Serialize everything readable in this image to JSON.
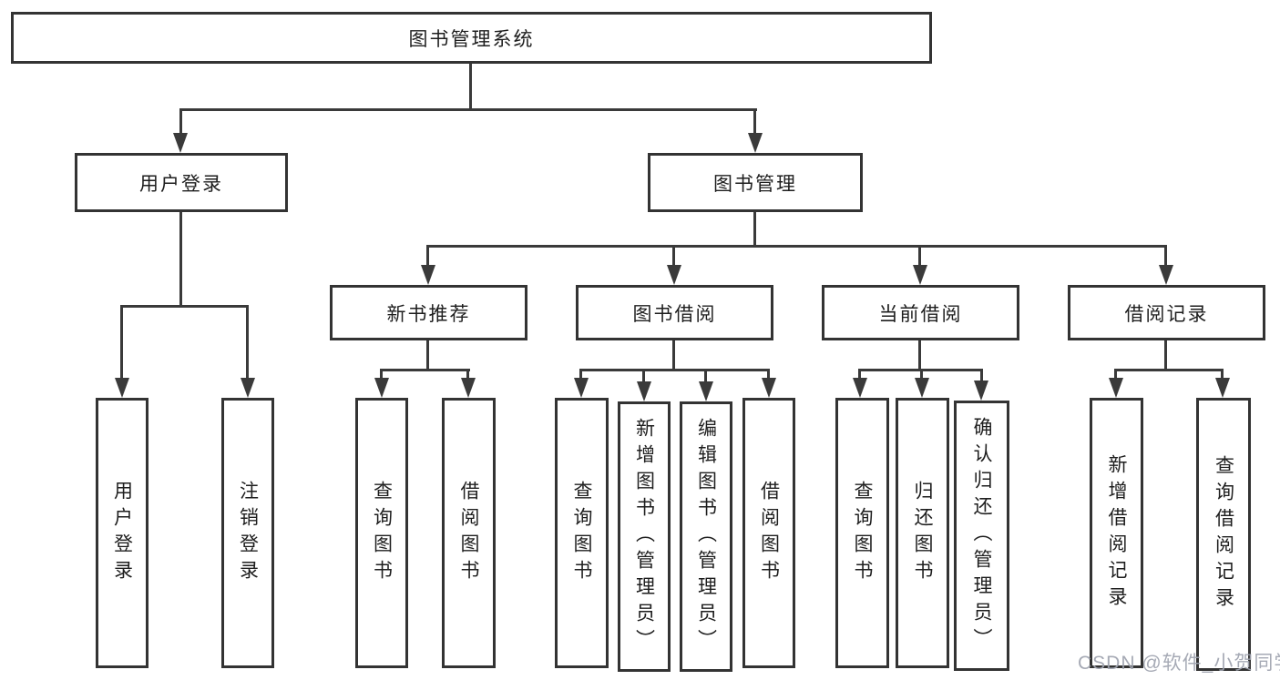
{
  "diagram": {
    "title": "图书管理系统",
    "colors": {
      "line": "#3a3a3a",
      "border": "#333333",
      "text": "#1e1e1e",
      "background": "#ffffff",
      "watermark": "#9ea3af"
    },
    "nodes": {
      "root": {
        "label": "图书管理系统"
      },
      "user_login": {
        "label": "用户登录"
      },
      "book_mgmt": {
        "label": "图书管理"
      },
      "new_book_rec": {
        "label": "新书推荐"
      },
      "book_borrow": {
        "label": "图书借阅"
      },
      "current_borrow": {
        "label": "当前借阅"
      },
      "borrow_records": {
        "label": "借阅记录"
      },
      "leaf_user_login": {
        "label": "用户登录"
      },
      "leaf_logout": {
        "label": "注销登录"
      },
      "leaf_query_book_1": {
        "label": "查询图书"
      },
      "leaf_borrow_book_1": {
        "label": "借阅图书"
      },
      "leaf_query_book_2": {
        "label": "查询图书"
      },
      "leaf_add_book": {
        "label": "新增图书（管理员）"
      },
      "leaf_edit_book": {
        "label": "编辑图书（管理员）"
      },
      "leaf_borrow_book_2": {
        "label": "借阅图书"
      },
      "leaf_query_book_3": {
        "label": "查询图书"
      },
      "leaf_return_book": {
        "label": "归还图书"
      },
      "leaf_confirm_return": {
        "label": "确认归还（管理员）"
      },
      "leaf_add_record": {
        "label": "新增借阅记录"
      },
      "leaf_query_record": {
        "label": "查询借阅记录"
      }
    },
    "structure": {
      "图书管理系统": [
        "用户登录",
        "图书管理"
      ],
      "用户登录": [
        "用户登录",
        "注销登录"
      ],
      "图书管理": [
        "新书推荐",
        "图书借阅",
        "当前借阅",
        "借阅记录"
      ],
      "新书推荐": [
        "查询图书",
        "借阅图书"
      ],
      "图书借阅": [
        "查询图书",
        "新增图书（管理员）",
        "编辑图书（管理员）",
        "借阅图书"
      ],
      "当前借阅": [
        "查询图书",
        "归还图书",
        "确认归还（管理员）"
      ],
      "借阅记录": [
        "新增借阅记录",
        "查询借阅记录"
      ]
    }
  },
  "watermark": {
    "text": "CSDN @软件_小贺同学"
  }
}
